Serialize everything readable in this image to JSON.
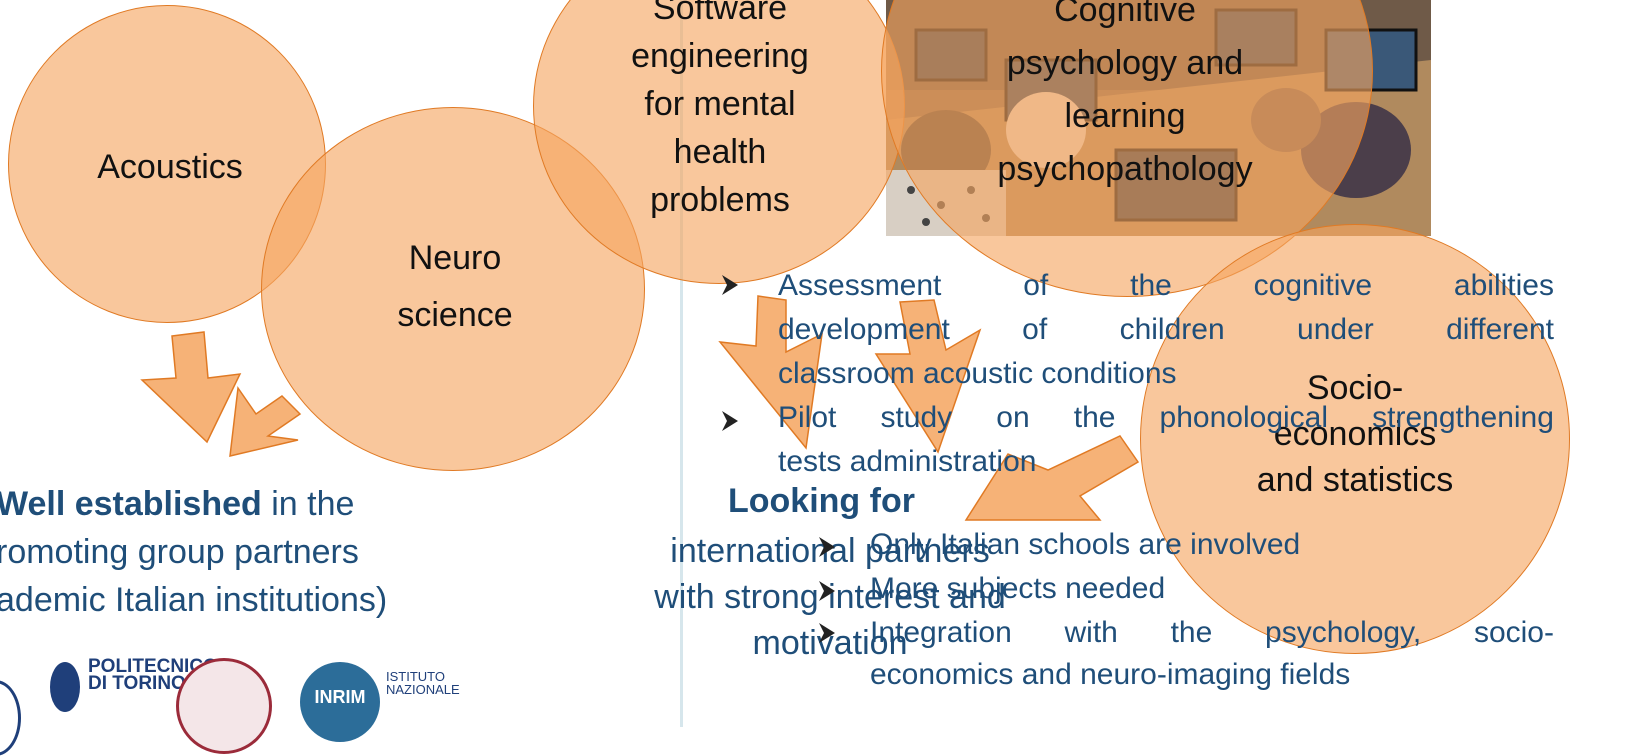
{
  "circles": {
    "acoustics": "Acoustics",
    "neuro": [
      "Neuro",
      "science"
    ],
    "software": [
      "Software",
      "engineering",
      "for mental",
      "health",
      "problems"
    ],
    "cognitive": [
      "Cognitive",
      "psychology and",
      "learning",
      "psychopathology"
    ],
    "socio": [
      "Socio-",
      "economics",
      "and statistics"
    ]
  },
  "left_block": {
    "bold": "Well established",
    "rest": " in the",
    "line2": "romoting group partners",
    "line3": "ademic Italian institutions)"
  },
  "logos": {
    "polito": [
      "POLITECNICO",
      "DI TORINO"
    ],
    "istituto": [
      "ISTITUTO",
      "NAZIONALE"
    ],
    "inrim_mark": "INRIM"
  },
  "bullets_top": {
    "b1": [
      "Assessment",
      "of",
      "the",
      "cognitive",
      "abilities"
    ],
    "b1_line2": [
      "development",
      "of",
      "children",
      "under",
      "different"
    ],
    "b1_line3": "classroom acoustic conditions",
    "b2": [
      "Pilot",
      "study",
      "on",
      "the",
      "phonological",
      "strengthening"
    ],
    "b2_line2": "tests administration"
  },
  "looking_for": {
    "title": "Looking for",
    "lines": [
      "international partners",
      "with strong interest and",
      "motivation"
    ]
  },
  "bullets_bottom": {
    "b1": "Only Italian schools are involved",
    "b2": "More subjects needed",
    "b3": [
      "Integration",
      "with",
      "the",
      "psychology,",
      "socio-"
    ],
    "b3_line2": "economics and neuro-imaging fields"
  },
  "colors": {
    "circle_fill": "#f5a55f",
    "circle_stroke": "#e07a24",
    "text_blue": "#1f4e79",
    "divider": "#d6e6ec"
  }
}
